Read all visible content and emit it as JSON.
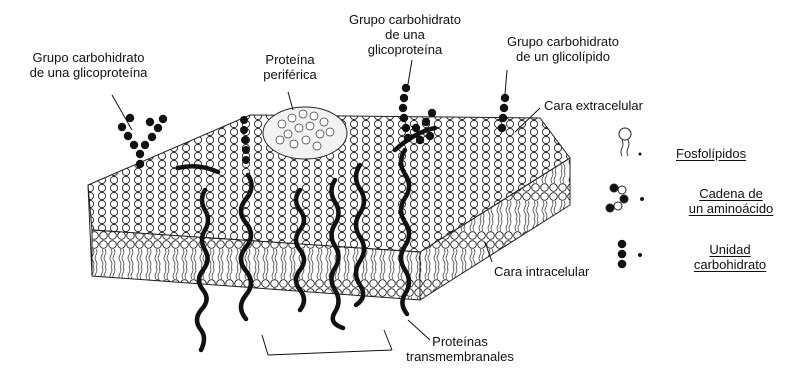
{
  "labels": {
    "glycoprotein_left": [
      "Grupo carbohidrato",
      "de una glicoproteína"
    ],
    "peripheral_protein": [
      "Proteína",
      "periférica"
    ],
    "glycoprotein_top": [
      "Grupo carbohidrato",
      "de una",
      "glicoproteína"
    ],
    "glycolipid": [
      "Grupo carbohidrato",
      "de un glicolípido"
    ],
    "extracellular_face": "Cara extracelular",
    "intracellular_face": "Cara intracelular",
    "transmembrane_proteins": [
      "Proteínas",
      "transmembranales"
    ]
  },
  "legend": {
    "items": [
      {
        "key": "phospholipid",
        "label": [
          "Fosfolípidos"
        ]
      },
      {
        "key": "amino_chain",
        "label": [
          "Cadena de",
          "un aminoácido"
        ]
      },
      {
        "key": "carbohydrate",
        "label": [
          "Unidad",
          "carbohidrato"
        ]
      }
    ]
  }
}
